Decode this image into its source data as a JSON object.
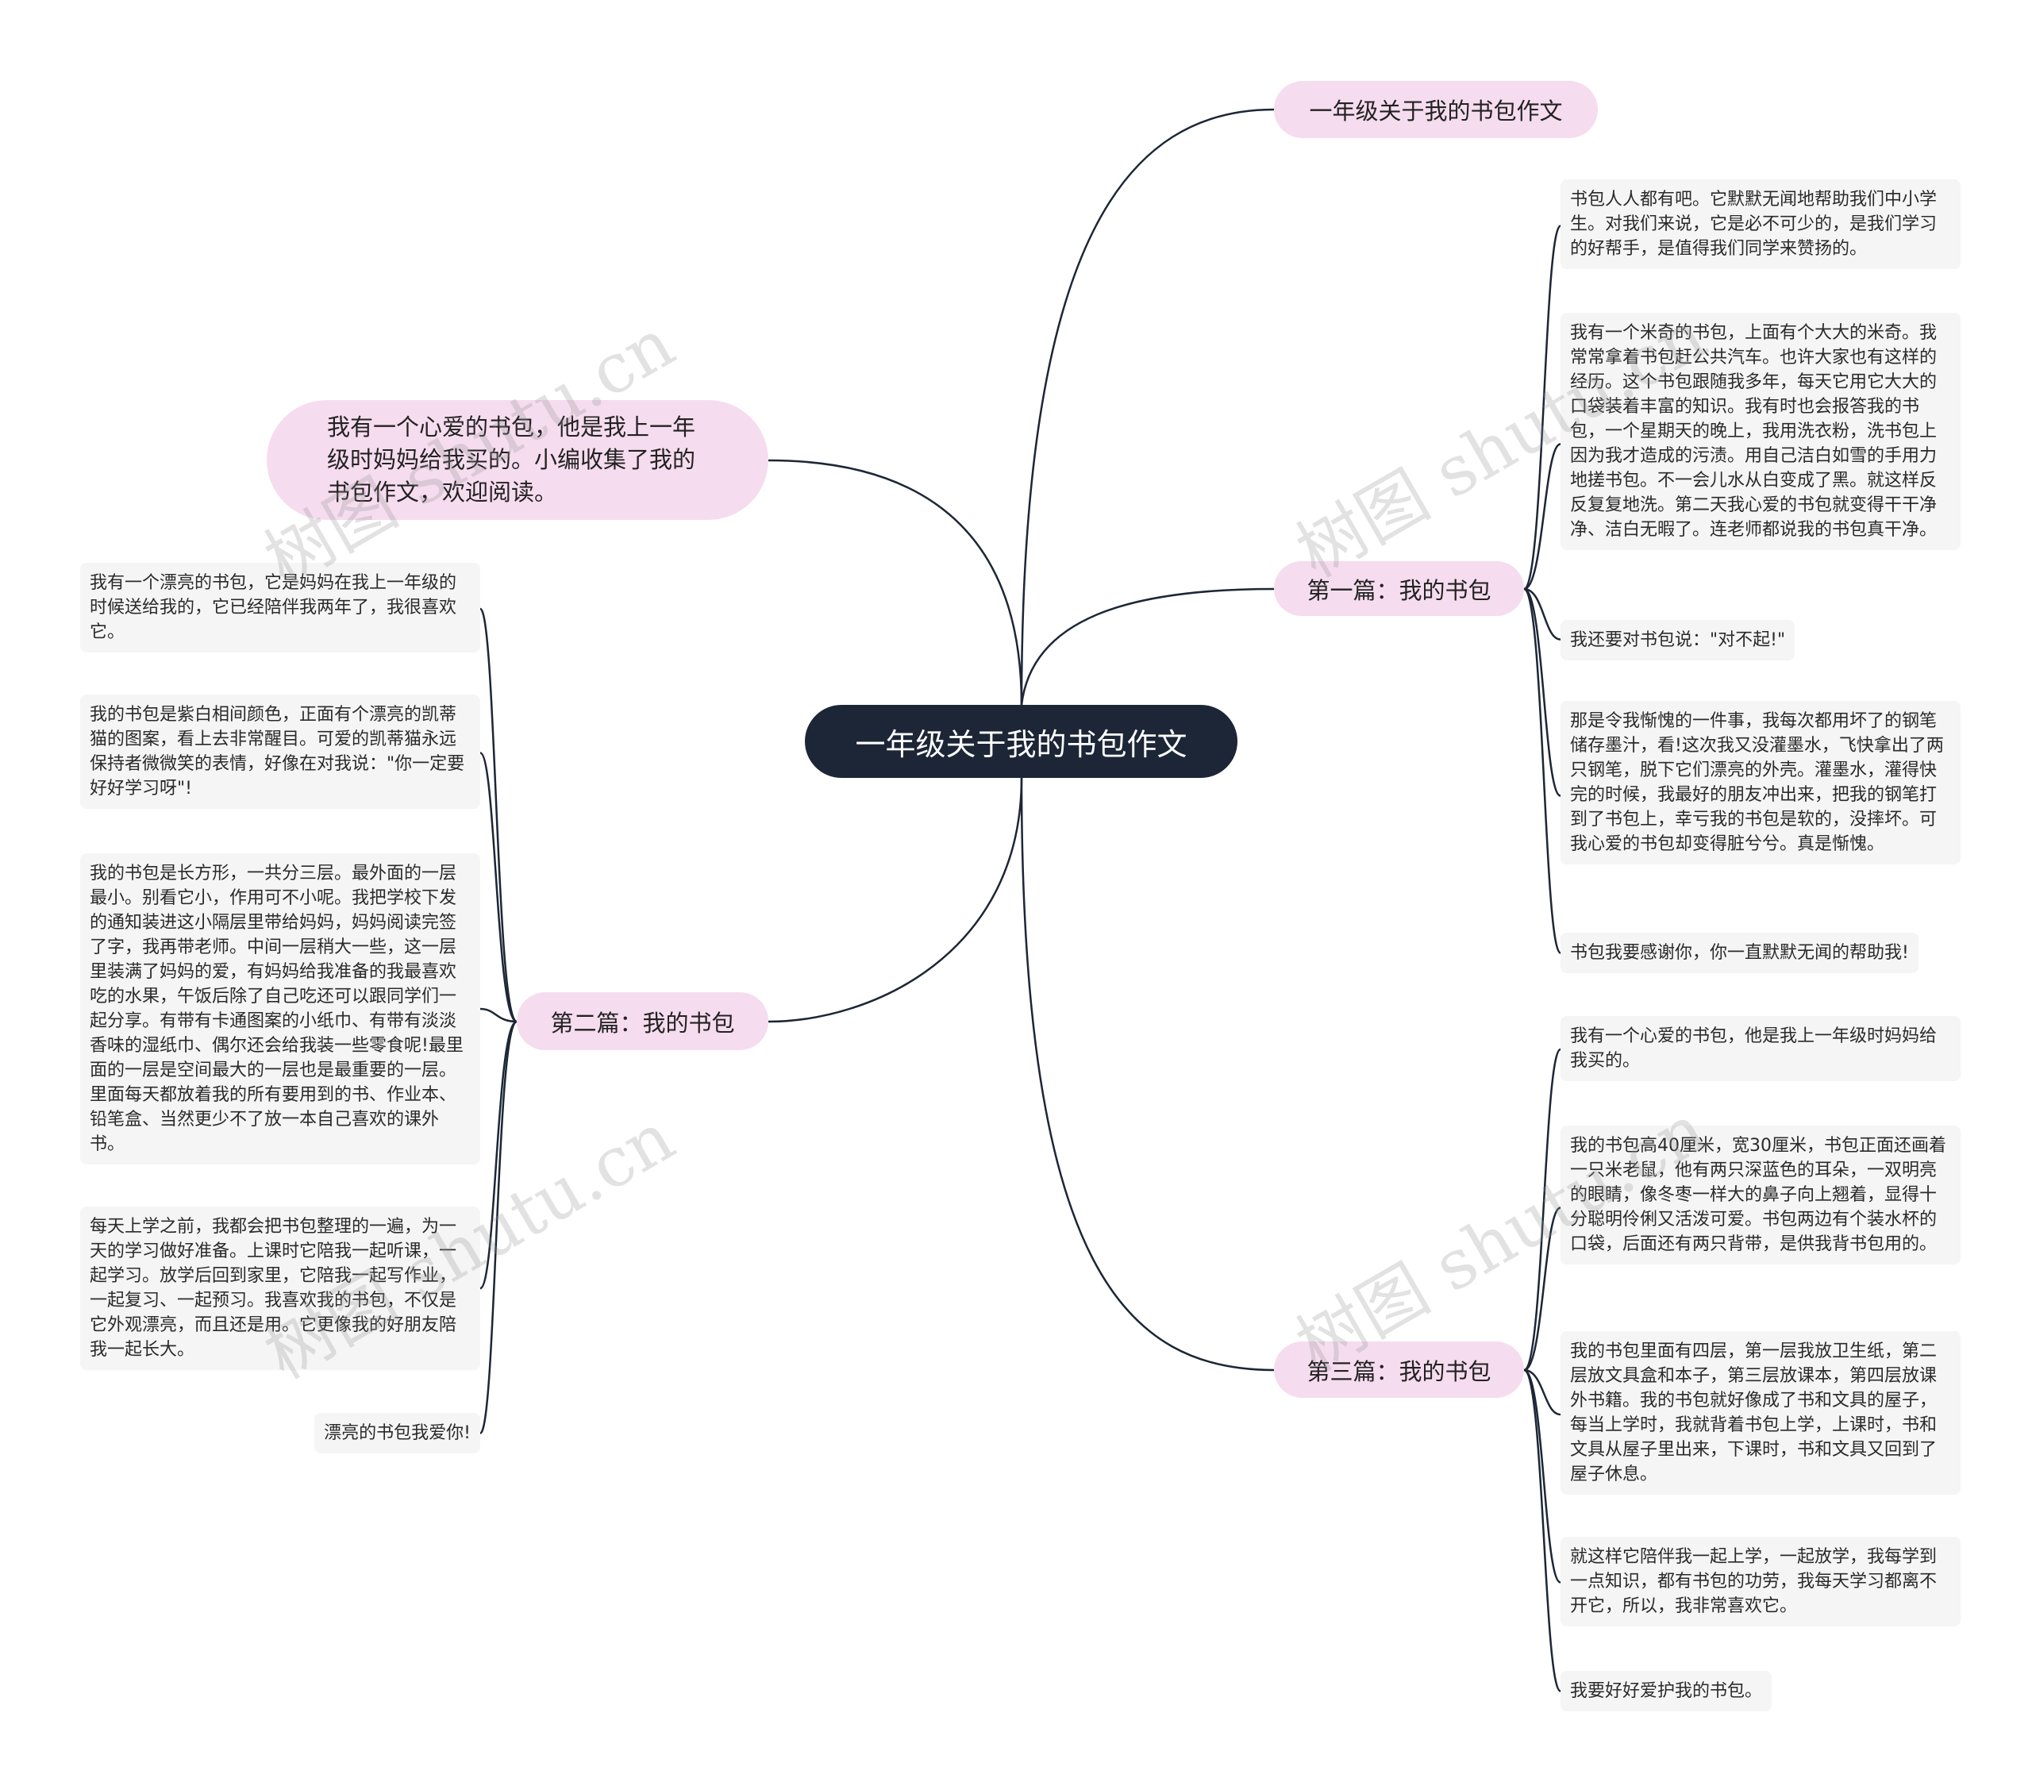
{
  "root": {
    "label": "一年级关于我的书包作文"
  },
  "title_node": {
    "label": "一年级关于我的书包作文"
  },
  "intro": {
    "text": "我有一个心爱的书包，他是我上一年级时妈妈给我买的。小编收集了我的书包作文，欢迎阅读。"
  },
  "branches": [
    {
      "label": "第一篇：我的书包",
      "leaves": [
        "书包人人都有吧。它默默无闻地帮助我们中小学生。对我们来说，它是必不可少的，是我们学习的好帮手，是值得我们同学来赞扬的。",
        "我有一个米奇的书包，上面有个大大的米奇。我常常拿着书包赶公共汽车。也许大家也有这样的经历。这个书包跟随我多年，每天它用它大大的口袋装着丰富的知识。我有时也会报答我的书包，一个星期天的晚上，我用洗衣粉，洗书包上因为我才造成的污渍。用自己洁白如雪的手用力地搓书包。不一会儿水从白变成了黑。就这样反反复复地洗。第二天我心爱的书包就变得干干净净、洁白无暇了。连老师都说我的书包真干净。",
        "我还要对书包说：\"对不起!\"",
        "那是令我惭愧的一件事，我每次都用坏了的钢笔储存墨汁，看!这次我又没灌墨水，飞快拿出了两只钢笔，脱下它们漂亮的外壳。灌墨水，灌得快完的时候，我最好的朋友冲出来，把我的钢笔打到了书包上，幸亏我的书包是软的，没摔坏。可我心爱的书包却变得脏兮兮。真是惭愧。",
        "书包我要感谢你，你一直默默无闻的帮助我!"
      ]
    },
    {
      "label": "第二篇：我的书包",
      "leaves": [
        "我有一个漂亮的书包，它是妈妈在我上一年级的时候送给我的，它已经陪伴我两年了，我很喜欢它。",
        "我的书包是紫白相间颜色，正面有个漂亮的凯蒂猫的图案，看上去非常醒目。可爱的凯蒂猫永远保持者微微笑的表情，好像在对我说：\"你一定要好好学习呀\"!",
        "我的书包是长方形，一共分三层。最外面的一层最小。别看它小，作用可不小呢。我把学校下发的通知装进这小隔层里带给妈妈，妈妈阅读完签了字，我再带老师。中间一层稍大一些，这一层里装满了妈妈的爱，有妈妈给我准备的我最喜欢吃的水果，午饭后除了自己吃还可以跟同学们一起分享。有带有卡通图案的小纸巾、有带有淡淡香味的湿纸巾、偶尔还会给我装一些零食呢!最里面的一层是空间最大的一层也是最重要的一层。里面每天都放着我的所有要用到的书、作业本、铅笔盒、当然更少不了放一本自己喜欢的课外书。",
        "每天上学之前，我都会把书包整理的一遍，为一天的学习做好准备。上课时它陪我一起听课，一起学习。放学后回到家里，它陪我一起写作业，一起复习、一起预习。我喜欢我的书包，不仅是它外观漂亮，而且还是用。它更像我的好朋友陪我一起长大。",
        "漂亮的书包我爱你!"
      ]
    },
    {
      "label": "第三篇：我的书包",
      "leaves": [
        "我有一个心爱的书包，他是我上一年级时妈妈给我买的。",
        "我的书包高40厘米，宽30厘米，书包正面还画着一只米老鼠，他有两只深蓝色的耳朵，一双明亮的眼睛，像冬枣一样大的鼻子向上翘着，显得十分聪明伶俐又活泼可爱。书包两边有个装水杯的口袋，后面还有两只背带，是供我背书包用的。",
        "我的书包里面有四层，第一层我放卫生纸，第二层放文具盒和本子，第三层放课本，第四层放课外书籍。我的书包就好像成了书和文具的屋子，每当上学时，我就背着书包上学，上课时，书和文具从屋子里出来，下课时，书和文具又回到了屋子休息。",
        "就这样它陪伴我一起上学，一起放学，我每学到一点知识，都有书包的功劳，我每天学习都离不开它，所以，我非常喜欢它。",
        "我要好好爱护我的书包。"
      ]
    }
  ],
  "watermark": "树图 shutu.cn",
  "colors": {
    "root_bg": "#1c2636",
    "branch_bg": "#f6dcef",
    "leaf_bg": "#f5f5f5",
    "line": "#1c2636"
  }
}
